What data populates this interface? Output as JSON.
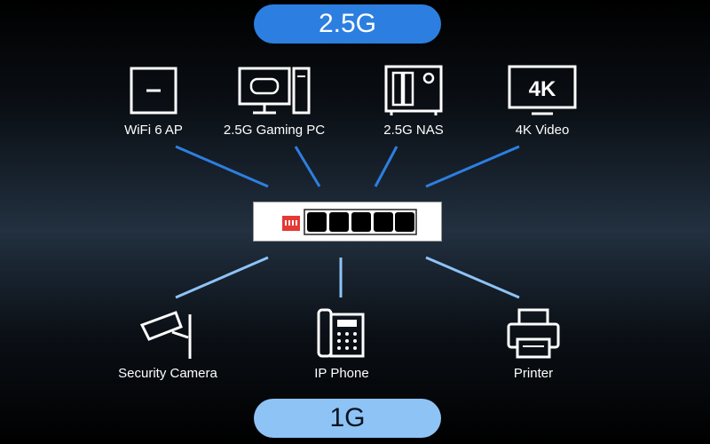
{
  "speeds": {
    "top": "2.5G",
    "bottom": "1G"
  },
  "devices_top": [
    {
      "label": "WiFi 6 AP",
      "icon": "access-point-icon"
    },
    {
      "label": "2.5G Gaming PC",
      "icon": "gaming-pc-icon"
    },
    {
      "label": "2.5G NAS",
      "icon": "nas-icon"
    },
    {
      "label": "4K Video",
      "icon": "tv-4k-icon",
      "icon_text": "4K"
    }
  ],
  "devices_bottom": [
    {
      "label": "Security Camera",
      "icon": "camera-icon"
    },
    {
      "label": "IP Phone",
      "icon": "phone-icon"
    },
    {
      "label": "Printer",
      "icon": "printer-icon"
    }
  ],
  "colors": {
    "top_line": "#2c7fe0",
    "bottom_line": "#8ec3f5",
    "led": "#e53935"
  }
}
